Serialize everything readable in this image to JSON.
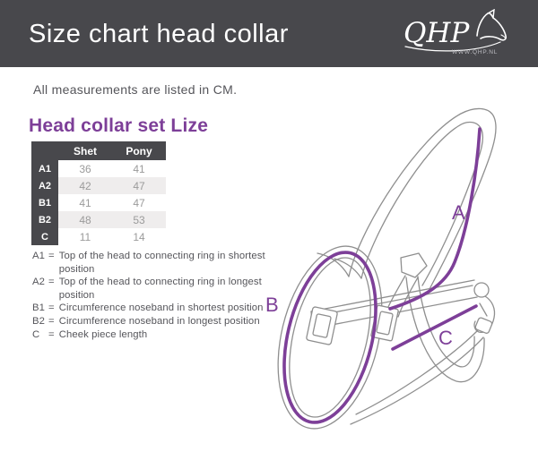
{
  "header": {
    "title": "Size chart head collar",
    "logo_text": "QHP",
    "logo_url": "WWW.QHP.NL"
  },
  "note": "All measurements are listed in CM.",
  "section": {
    "title": "Head collar set Lize"
  },
  "size_table": {
    "columns": [
      "Shet",
      "Pony"
    ],
    "rows": [
      {
        "label": "A1",
        "values": [
          "36",
          "41"
        ]
      },
      {
        "label": "A2",
        "values": [
          "42",
          "47"
        ]
      },
      {
        "label": "B1",
        "values": [
          "41",
          "47"
        ]
      },
      {
        "label": "B2",
        "values": [
          "48",
          "53"
        ]
      },
      {
        "label": "C",
        "values": [
          "11",
          "14"
        ]
      }
    ]
  },
  "legend_eq": "=",
  "legend": [
    {
      "code": "A1",
      "text": "Top of the head to connecting ring in shortest position"
    },
    {
      "code": "A2",
      "text": "Top of the head to connecting ring in longest position"
    },
    {
      "code": "B1",
      "text": "Circumference noseband in shortest position"
    },
    {
      "code": "B2",
      "text": "Circumference noseband in longest position"
    },
    {
      "code": "C",
      "text": "Cheek piece length"
    }
  ],
  "diagram": {
    "labels": {
      "a": "A",
      "b": "B",
      "c": "C"
    }
  },
  "colors": {
    "header_gray": "#48484c",
    "accent_purple": "#7d3f98",
    "text_gray": "#55555a",
    "value_gray": "#9b9b9b",
    "row_alt_gray": "#efeded",
    "art_line_gray": "#8f8f8f"
  }
}
